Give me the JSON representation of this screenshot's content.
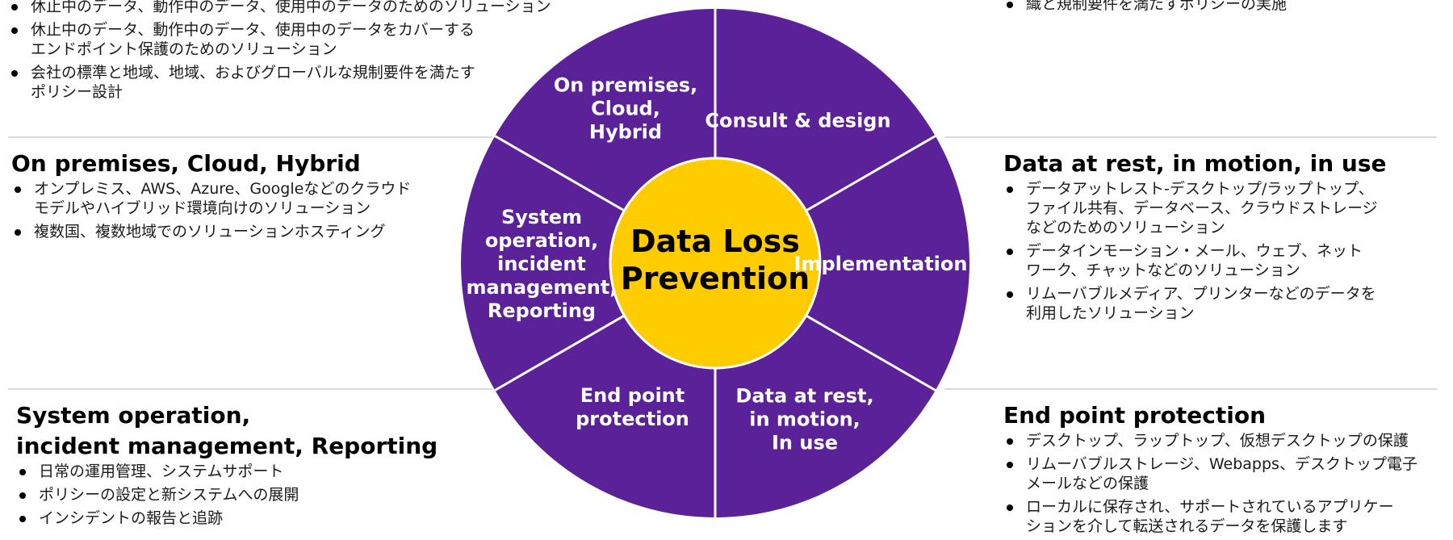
{
  "colors": {
    "segment": "#5b2199",
    "center": "#ffcc00",
    "separator": "#ffffff",
    "divider": "#d9d9d9"
  },
  "wheel": {
    "center_lines": [
      "Data Loss",
      "Prevention"
    ],
    "segments": [
      {
        "id": "consult",
        "lines": [
          "Consult & design"
        ]
      },
      {
        "id": "implementation",
        "lines": [
          "Implementation"
        ]
      },
      {
        "id": "data-states",
        "lines": [
          "Data at rest,",
          "in motion,",
          "In use"
        ]
      },
      {
        "id": "endpoint",
        "lines": [
          "End point",
          "protection"
        ]
      },
      {
        "id": "sysop",
        "lines": [
          "System",
          "operation,",
          "incident",
          "management,",
          "Reporting"
        ]
      },
      {
        "id": "hosting",
        "lines": [
          "On premises,",
          "Cloud,",
          "Hybrid"
        ]
      }
    ]
  },
  "top_left": {
    "bullets": [
      "休止中のデータ、動作中のデータ、使用中のデータのためのソリューション",
      "休止中のデータ、動作中のデータ、使用中のデータをカバーする\nエンドポイント保護のためのソリューション",
      "会社の標準と地域、地域、およびグローバルな規制要件を満たす\nポリシー設計"
    ]
  },
  "top_right": {
    "bullets": [
      "織と規制要件を満たすポリシーの実施"
    ]
  },
  "middle_left": {
    "title": "On premises, Cloud, Hybrid",
    "bullets": [
      "オンプレミス、AWS、Azure、Googleなどのクラウド\nモデルやハイブリッド環境向けのソリューション",
      "複数国、複数地域でのソリューションホスティング"
    ]
  },
  "middle_right": {
    "title": "Data at rest, in motion, in use",
    "bullets": [
      "データアットレスト-デスクトップ/ラップトップ、\nファイル共有、データベース、クラウドストレージ\nなどのためのソリューション",
      "データインモーション・メール、ウェブ、ネット\nワーク、チャットなどのソリューション",
      "リムーバブルメディア、プリンターなどのデータを\n利用したソリューション"
    ]
  },
  "bottom_left": {
    "title": "System operation,\nincident management, Reporting",
    "bullets": [
      "日常の運用管理、システムサポート",
      "ポリシーの設定と新システムへの展開",
      "インシデントの報告と追跡"
    ]
  },
  "bottom_right": {
    "title": "End point protection",
    "bullets": [
      "デスクトップ、ラップトップ、仮想デスクトップの保護",
      "リムーバブルストレージ、Webapps、デスクトップ電子\nメールなどの保護",
      "ローカルに保存され、サポートされているアプリケー\nションを介して転送されるデータを保護します"
    ]
  }
}
